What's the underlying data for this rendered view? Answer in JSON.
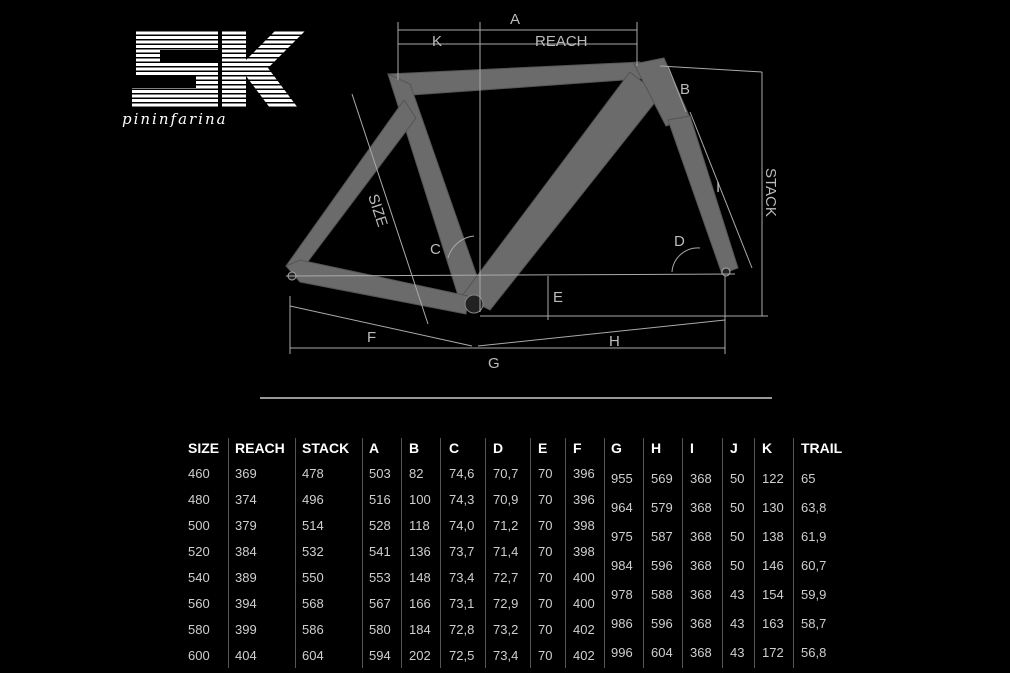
{
  "logo": {
    "mark": "SK",
    "sub": "pininfarina"
  },
  "diagram_labels": {
    "A": "A",
    "K": "K",
    "REACH": "REACH",
    "B": "B",
    "I": "I",
    "STACK": "STACK",
    "D": "D",
    "C": "C",
    "SIZE": "SIZE",
    "E": "E",
    "F": "F",
    "G": "G",
    "H": "H"
  },
  "colors": {
    "background": "#000000",
    "frame": "#6e6e6e",
    "lines": "#9a9a9a"
  },
  "table_left": {
    "headers": [
      "SIZE",
      "REACH",
      "STACK",
      "A",
      "B",
      "C",
      "D",
      "E",
      "F"
    ],
    "rows": [
      [
        "460",
        "369",
        "478",
        "503",
        "82",
        "74,6",
        "70,7",
        "70",
        "396"
      ],
      [
        "480",
        "374",
        "496",
        "516",
        "100",
        "74,3",
        "70,9",
        "70",
        "396"
      ],
      [
        "500",
        "379",
        "514",
        "528",
        "118",
        "74,0",
        "71,2",
        "70",
        "398"
      ],
      [
        "520",
        "384",
        "532",
        "541",
        "136",
        "73,7",
        "71,4",
        "70",
        "398"
      ],
      [
        "540",
        "389",
        "550",
        "553",
        "148",
        "73,4",
        "72,7",
        "70",
        "400"
      ],
      [
        "560",
        "394",
        "568",
        "567",
        "166",
        "73,1",
        "72,9",
        "70",
        "400"
      ],
      [
        "580",
        "399",
        "586",
        "580",
        "184",
        "72,8",
        "73,2",
        "70",
        "402"
      ],
      [
        "600",
        "404",
        "604",
        "594",
        "202",
        "72,5",
        "73,4",
        "70",
        "402"
      ]
    ]
  },
  "table_right": {
    "headers": [
      "G",
      "H",
      "I",
      "J",
      "K",
      "TRAIL"
    ],
    "rows": [
      [
        "955",
        "569",
        "368",
        "50",
        "122",
        "65"
      ],
      [
        "964",
        "579",
        "368",
        "50",
        "130",
        "63,8"
      ],
      [
        "975",
        "587",
        "368",
        "50",
        "138",
        "61,9"
      ],
      [
        "984",
        "596",
        "368",
        "50",
        "146",
        "60,7"
      ],
      [
        "978",
        "588",
        "368",
        "43",
        "154",
        "59,9"
      ],
      [
        "986",
        "596",
        "368",
        "43",
        "163",
        "58,7"
      ],
      [
        "996",
        "604",
        "368",
        "43",
        "172",
        "56,8"
      ]
    ]
  }
}
